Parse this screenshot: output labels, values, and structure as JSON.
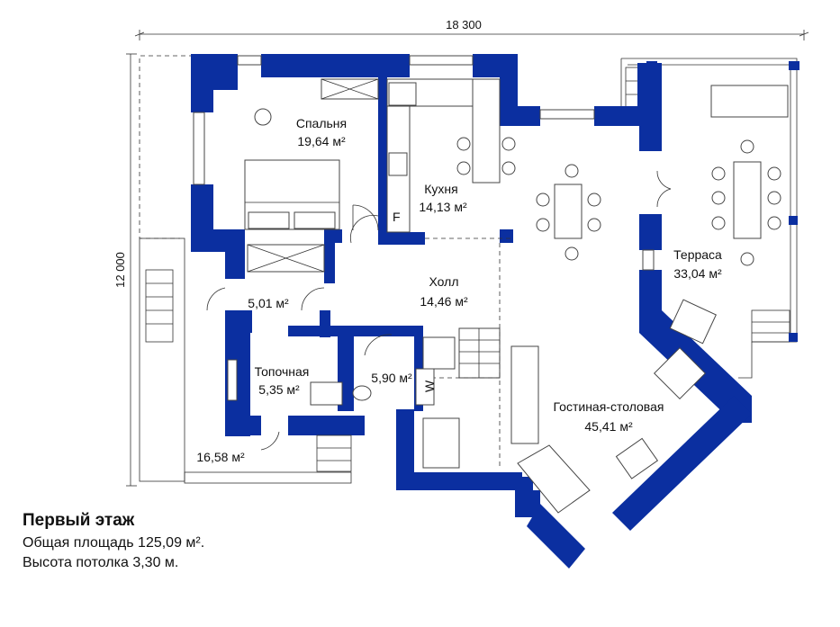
{
  "dimensions": {
    "width": "18 300",
    "height": "12 000"
  },
  "rooms": {
    "bedroom": {
      "name": "Спальня",
      "area": "19,64 м²"
    },
    "kitchen": {
      "name": "Кухня",
      "area": "14,13 м²"
    },
    "hall": {
      "name": "Холл",
      "area": "14,46 м²"
    },
    "entry": {
      "area": "5,01 м²"
    },
    "boiler": {
      "name": "Топочная",
      "area": "5,35 м²"
    },
    "bath": {
      "area": "5,90 м²"
    },
    "porch": {
      "area": "16,58 м²"
    },
    "terrace": {
      "name": "Терраса",
      "area": "33,04 м²"
    },
    "living": {
      "name": "Гостиная-столовая",
      "area": "45,41 м²"
    }
  },
  "markers": {
    "fridge": "F",
    "washer": "W"
  },
  "caption": {
    "title": "Первый этаж",
    "area": "Общая площадь 125,09 м².",
    "height": "Высота потолка 3,30 м."
  },
  "colors": {
    "wall": "#0b2fa0",
    "line": "#222222"
  }
}
